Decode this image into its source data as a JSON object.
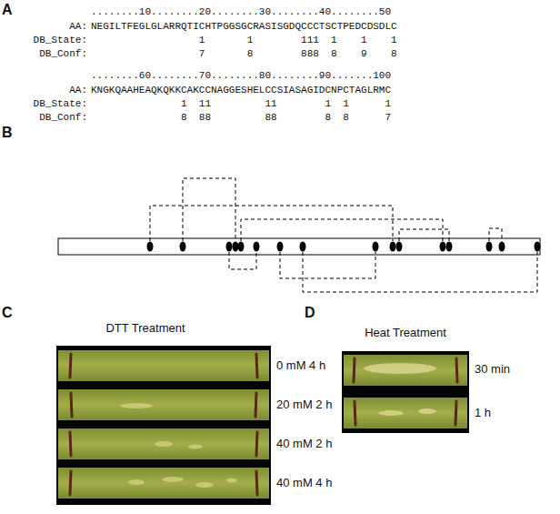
{
  "diagram": {
    "labels": [
      "A",
      "........10........20........30........40........50",
      "AA:",
      "NEGILTFEGLGLARRQTICHTPGGSGCRASISGDQCCCTSCTPEDCDSDLC",
      "DB_State:",
      "                  1       1        111  1    1    1",
      "DB_Conf:",
      "                  7       8        888  8    9    8",
      "........60........70........80........90.......100",
      "AA:",
      "KNGKQAAHEAQKQKKCAKCCNAGGESHELCCSIASAGIDCNPCTAGLRMC",
      "DB_State:",
      "               1  11         11        1  1      1",
      "DB_Conf:",
      "               8  88         88        8  8      7",
      "B",
      "C",
      "DTT Treatment",
      "0 mM 4 h",
      "20 mM 2 h",
      "40 mM 2 h",
      "40 mM 4 h",
      "D",
      "Heat Treatment",
      "30 min",
      "1 h"
    ]
  }
}
